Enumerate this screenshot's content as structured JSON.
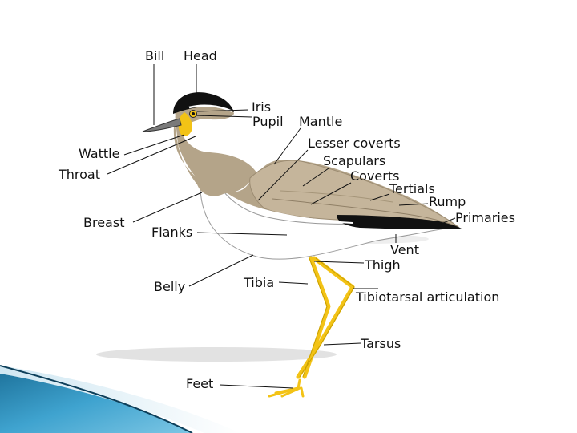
{
  "labels": {
    "bill": "Bill",
    "head": "Head",
    "iris": "Iris",
    "pupil": "Pupil",
    "mantle": "Mantle",
    "lesser_coverts": "Lesser coverts",
    "scapulars": "Scapulars",
    "coverts": "Coverts",
    "tertials": "Tertials",
    "rump": "Rump",
    "primaries": "Primaries",
    "wattle": "Wattle",
    "throat": "Throat",
    "breast": "Breast",
    "flanks": "Flanks",
    "vent": "Vent",
    "thigh": "Thigh",
    "belly": "Belly",
    "tibia": "Tibia",
    "tibiotarsal": "Tibiotarsal articulation",
    "tarsus": "Tarsus",
    "feet": "Feet"
  },
  "colors": {
    "body": "#b4a489",
    "wing": "#c5b59b",
    "cap": "#111111",
    "wattle": "#f3c316",
    "legs": "#f3c316",
    "corner_blue": "#2d8db8"
  }
}
